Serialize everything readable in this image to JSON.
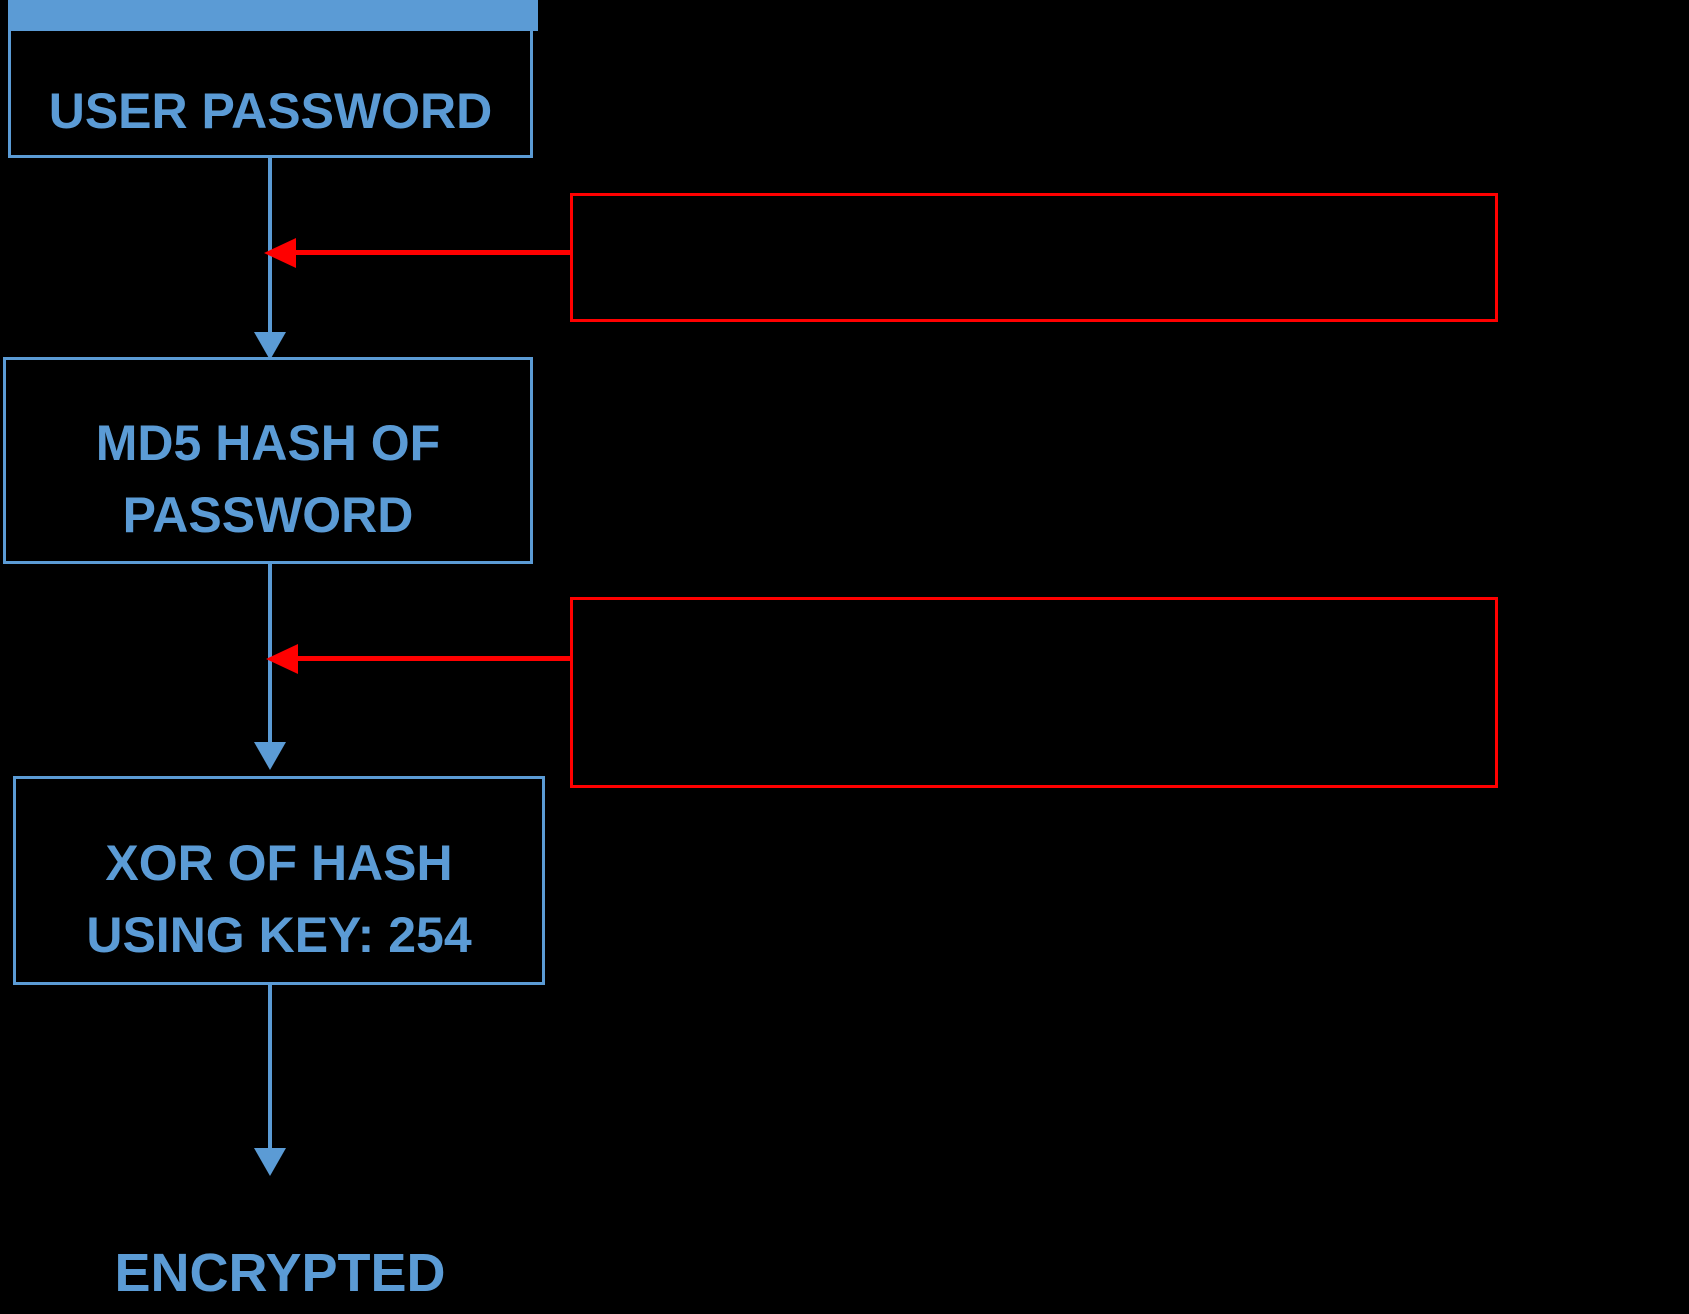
{
  "colors": {
    "accent_blue": "#5b9bd5",
    "annotation_red": "#ff0000",
    "background": "#000000"
  },
  "diagram": {
    "type": "flowchart",
    "nodes": [
      {
        "id": "user-password",
        "lines": [
          "USER PASSWORD"
        ]
      },
      {
        "id": "md5-hash",
        "lines": [
          "MD5 HASH OF",
          "PASSWORD"
        ]
      },
      {
        "id": "xor-hash",
        "lines": [
          "XOR OF HASH",
          "USING KEY: 254"
        ]
      },
      {
        "id": "encrypted",
        "lines": [
          "ENCRYPTED"
        ]
      }
    ],
    "annotation_boxes": [
      {
        "id": "annotation-box-1",
        "text": ""
      },
      {
        "id": "annotation-box-2",
        "text": ""
      }
    ]
  }
}
